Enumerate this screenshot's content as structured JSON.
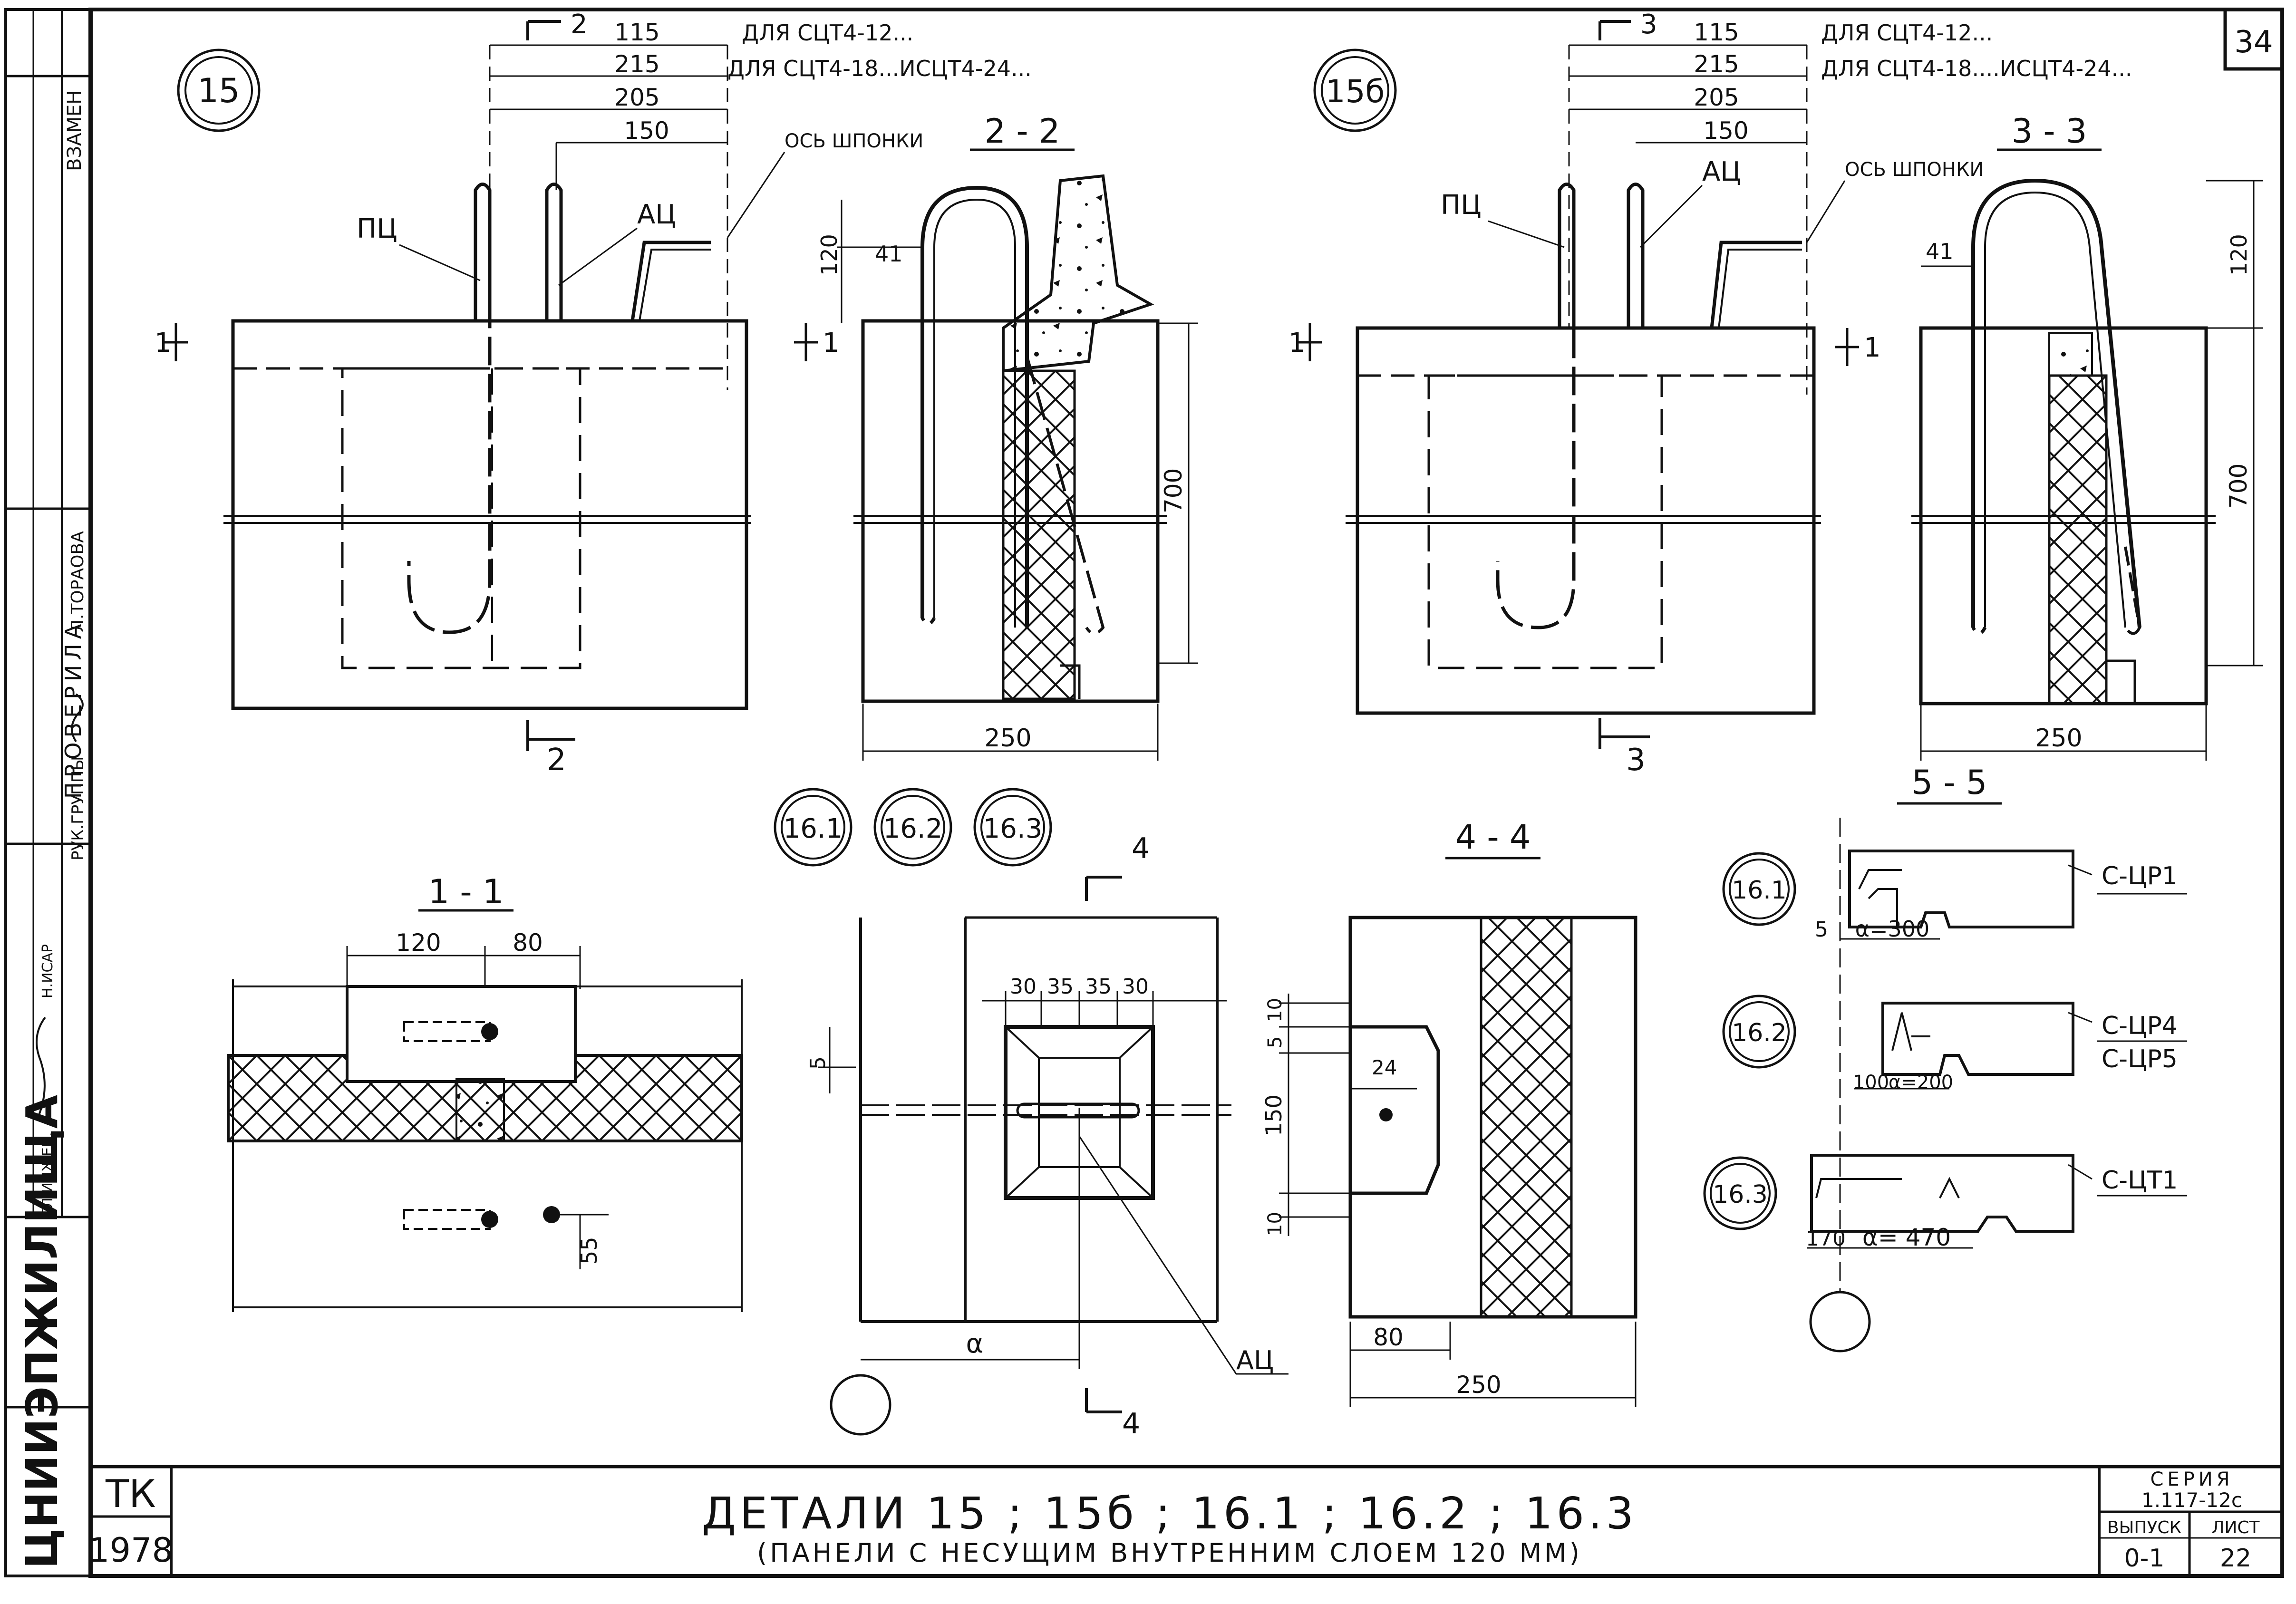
{
  "sheet": {
    "number": "34",
    "side_stamp": {
      "zamen": "ВЗАМЕН",
      "proverila": "ПРОВЕРИЛА",
      "checker_name": "Л.ТОРАОВА",
      "group_head": "РУК.ГРУППЫ",
      "engineer_title": "ГЛ.ИНЖЕН.",
      "engineer_name": "Н.ИСАР",
      "org": "ЦНИИЭПЖИЛИЩА"
    },
    "title_block": {
      "org_short": "ТК",
      "year": "1978",
      "title": "ДЕТАЛИ   15 ; 15б ; 16.1 ; 16.2 ; 16.3",
      "subtitle": "(ПАНЕЛИ С НЕСУЩИМ ВНУТРЕННИМ СЛОЕМ 120 ММ)",
      "series_label": "СЕРИЯ",
      "series_value": "1.117-12с",
      "issue_label": "ВЫПУСК",
      "issue_value": "0-1",
      "list_label": "ЛИСТ",
      "list_value": "22"
    }
  },
  "detail_15": {
    "marker": "15",
    "section_mark": "2",
    "dims": [
      "115",
      "215",
      "205",
      "150"
    ],
    "note_12": "ДЛЯ СЦТ4-12...",
    "note_18": "ДЛЯ СЦТ4-18...ИСЦТ4-24...",
    "axis_label": "ОСЬ ШПОНКИ",
    "label_pc": "ПЦ",
    "label_ac": "АЦ",
    "cut_mark": "1"
  },
  "section_2_2": {
    "title": "2 - 2",
    "dim_120": "120",
    "dim_41": "41",
    "dim_700": "700",
    "dim_250": "250",
    "cut_mark": "1"
  },
  "detail_15b": {
    "marker": "15б",
    "section_mark": "3",
    "dims": [
      "115",
      "215",
      "205",
      "150"
    ],
    "note_12": "ДЛЯ СЦТ4-12...",
    "note_18": "ДЛЯ СЦТ4-18....ИСЦТ4-24...",
    "axis_label": "ОСЬ ШПОНКИ",
    "label_pc": "ПЦ",
    "label_ac": "АЦ",
    "cut_mark": "1"
  },
  "section_3_3": {
    "title": "3 - 3",
    "dim_120": "120",
    "dim_41": "41",
    "dim_700": "700",
    "dim_250": "250"
  },
  "section_1_1": {
    "title": "1 - 1",
    "dim_120": "120",
    "dim_80": "80",
    "dim_55": "55"
  },
  "markers_16": [
    "16.1",
    "16.2",
    "16.3"
  ],
  "detail_16": {
    "section_mark": "4",
    "dims_top": [
      "30",
      "35",
      "35",
      "30"
    ],
    "dim_5": "5",
    "dim_a": "α",
    "label_ac": "АЦ"
  },
  "section_4_4": {
    "title": "4 - 4",
    "dim_10a": "10",
    "dim_5": "5",
    "dim_24": "24",
    "dim_150": "150",
    "dim_10b": "10",
    "dim_80": "80",
    "dim_250": "250"
  },
  "section_5_5": {
    "title": "5 - 5",
    "rows": [
      {
        "marker": "16.1",
        "dim_left": "5",
        "dim_a": "α=300",
        "panel": "С-ЦР1",
        "panel2": ""
      },
      {
        "marker": "16.2",
        "dim_left": "100",
        "dim_a": "α=200",
        "panel": "С-ЦР4",
        "panel2": "С-ЦР5"
      },
      {
        "marker": "16.3",
        "dim_left": "170",
        "dim_a": "α= 470",
        "panel": "С-ЦТ1",
        "panel2": ""
      }
    ]
  }
}
